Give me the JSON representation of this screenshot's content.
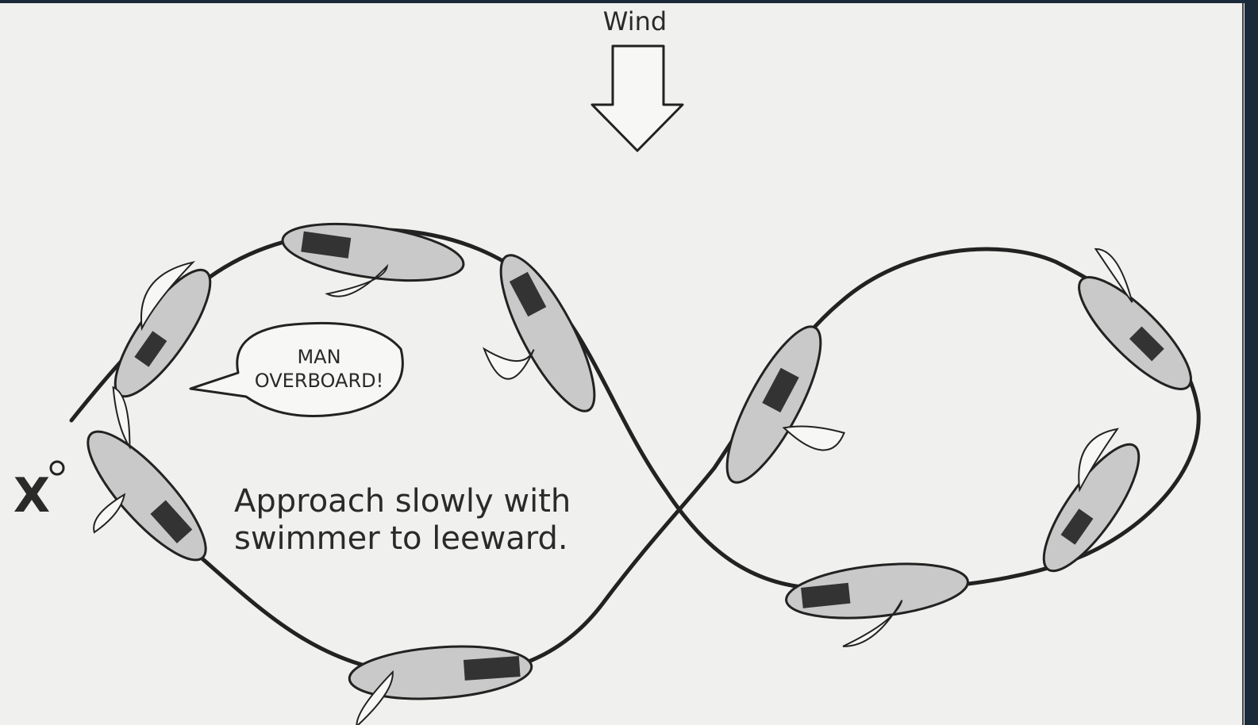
{
  "wind": {
    "label": "Wind"
  },
  "callout": {
    "line1": "MAN",
    "line2": "OVERBOARD!"
  },
  "caption": {
    "line1": "Approach slowly with",
    "line2": "swimmer to leeward."
  },
  "marker": {
    "label": "X"
  },
  "colors": {
    "paper": "#f0f0ee",
    "frame": "#1b2a3a",
    "ink": "#222222",
    "hull": "#c9c9c9",
    "sail": "#f7f7f5"
  }
}
